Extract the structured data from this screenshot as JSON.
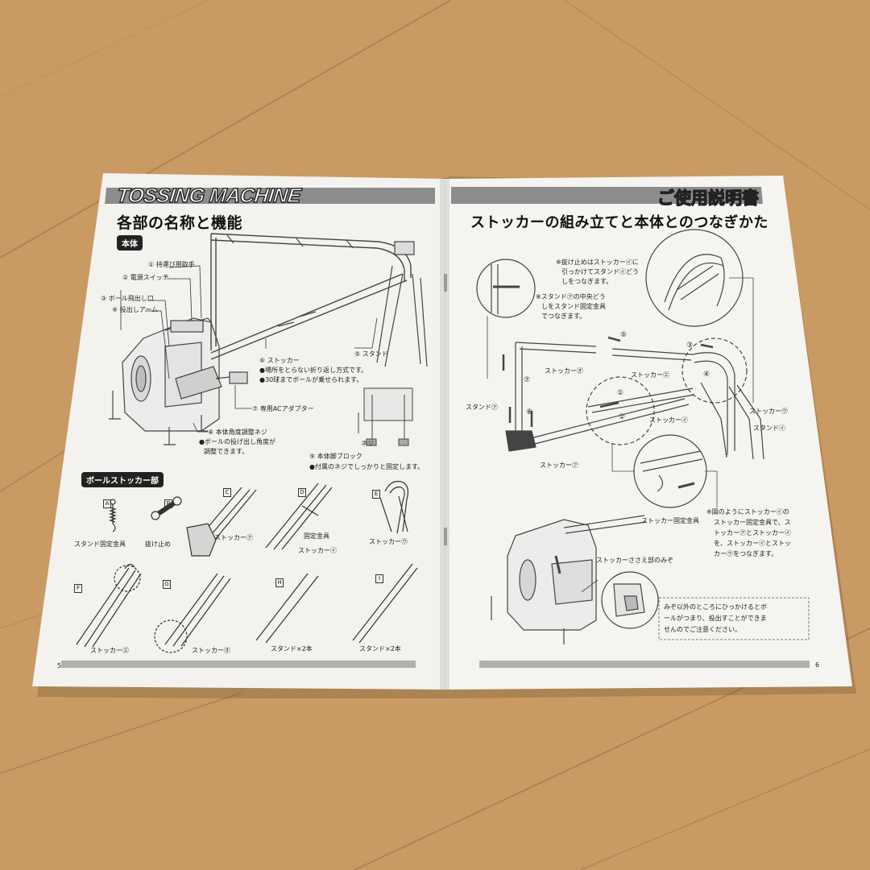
{
  "left_page": {
    "brand_title": "TOSSING MACHINE",
    "heading": "各部の名称と機能",
    "section_body": "本体",
    "parts": [
      "① 持運び用取手",
      "② 電源スイッチ",
      "③ ボール飛出し口",
      "④ 投出しアーム",
      "⑤ スタンド",
      "⑥ ストッカー",
      "⑦ 専用ACアダプター",
      "⑧ 本体角度調整ネジ",
      "⑨ 本体脚ブロック"
    ],
    "stocker_notes": [
      "●場所をとらない折り返し方式です。",
      "●30球までボールが乗せられます。"
    ],
    "angle_notes": [
      "●ボールの投げ出し角度が",
      "調整できます。"
    ],
    "foot_note": "●付属のネジでしっかりと固定します。",
    "screw_label": "ネジ",
    "section_stocker": "ボールストッカー部",
    "stocker_parts": [
      {
        "letter": "A",
        "label": "スタンド固定金具"
      },
      {
        "letter": "B",
        "label": "抜け止め"
      },
      {
        "letter": "C",
        "label": "ストッカー㋐"
      },
      {
        "letter": "D",
        "label": "ストッカー㋑",
        "sub": "固定金具"
      },
      {
        "letter": "E",
        "label": "ストッカー㋒"
      },
      {
        "letter": "F",
        "label": "ストッカー㋓"
      },
      {
        "letter": "G",
        "label": "ストッカー㋔"
      },
      {
        "letter": "H",
        "label": "スタンド×2本"
      },
      {
        "letter": "I",
        "label": "スタンド×2本"
      }
    ],
    "page_number": "5"
  },
  "right_page": {
    "brand_title": "ご使用説明書",
    "heading": "ストッカーの組み立てと本体とのつなぎかた",
    "note_top_1": [
      "※抜け止めはストッカー㋑に",
      "引っかけてスタンド㋑どう",
      "しをつなぎます。"
    ],
    "note_top_2": [
      "※スタンド㋐の中央どう",
      "しをスタンド固定金具",
      "でつなぎます。"
    ],
    "labels": {
      "stocker_o": "ストッカー㋔",
      "stocker_e": "ストッカー㋓",
      "stocker_i": "ストッカー㋑",
      "stocker_a": "ストッカー㋐",
      "stocker_u": "ストッカー㋒",
      "stand_a": "スタンド㋐",
      "stand_i": "スタンド㋑",
      "fixture": "ストッカー固定金具",
      "groove": "ストッカーささえ部のみぞ"
    },
    "note_bottom": [
      "※図のようにストッカー㋑の",
      "ストッカー固定金具で、ス",
      "トッカー㋐とストッカー㋑",
      "を、ストッカー㋑とストッ",
      "カー㋒をつなぎます。"
    ],
    "caution": [
      "みぞ以外のところにひっかけるとボ",
      "ールがつまり、投出すことができま",
      "せんのでご注意ください。"
    ],
    "steps": [
      "①",
      "②",
      "③",
      "④",
      "⑤",
      "⑥",
      "⑦"
    ],
    "page_number": "6"
  },
  "colors": {
    "paper": "#f3f2ee",
    "wood": "#c99a63",
    "bar": "#8c8c8c",
    "ink": "#222222"
  }
}
